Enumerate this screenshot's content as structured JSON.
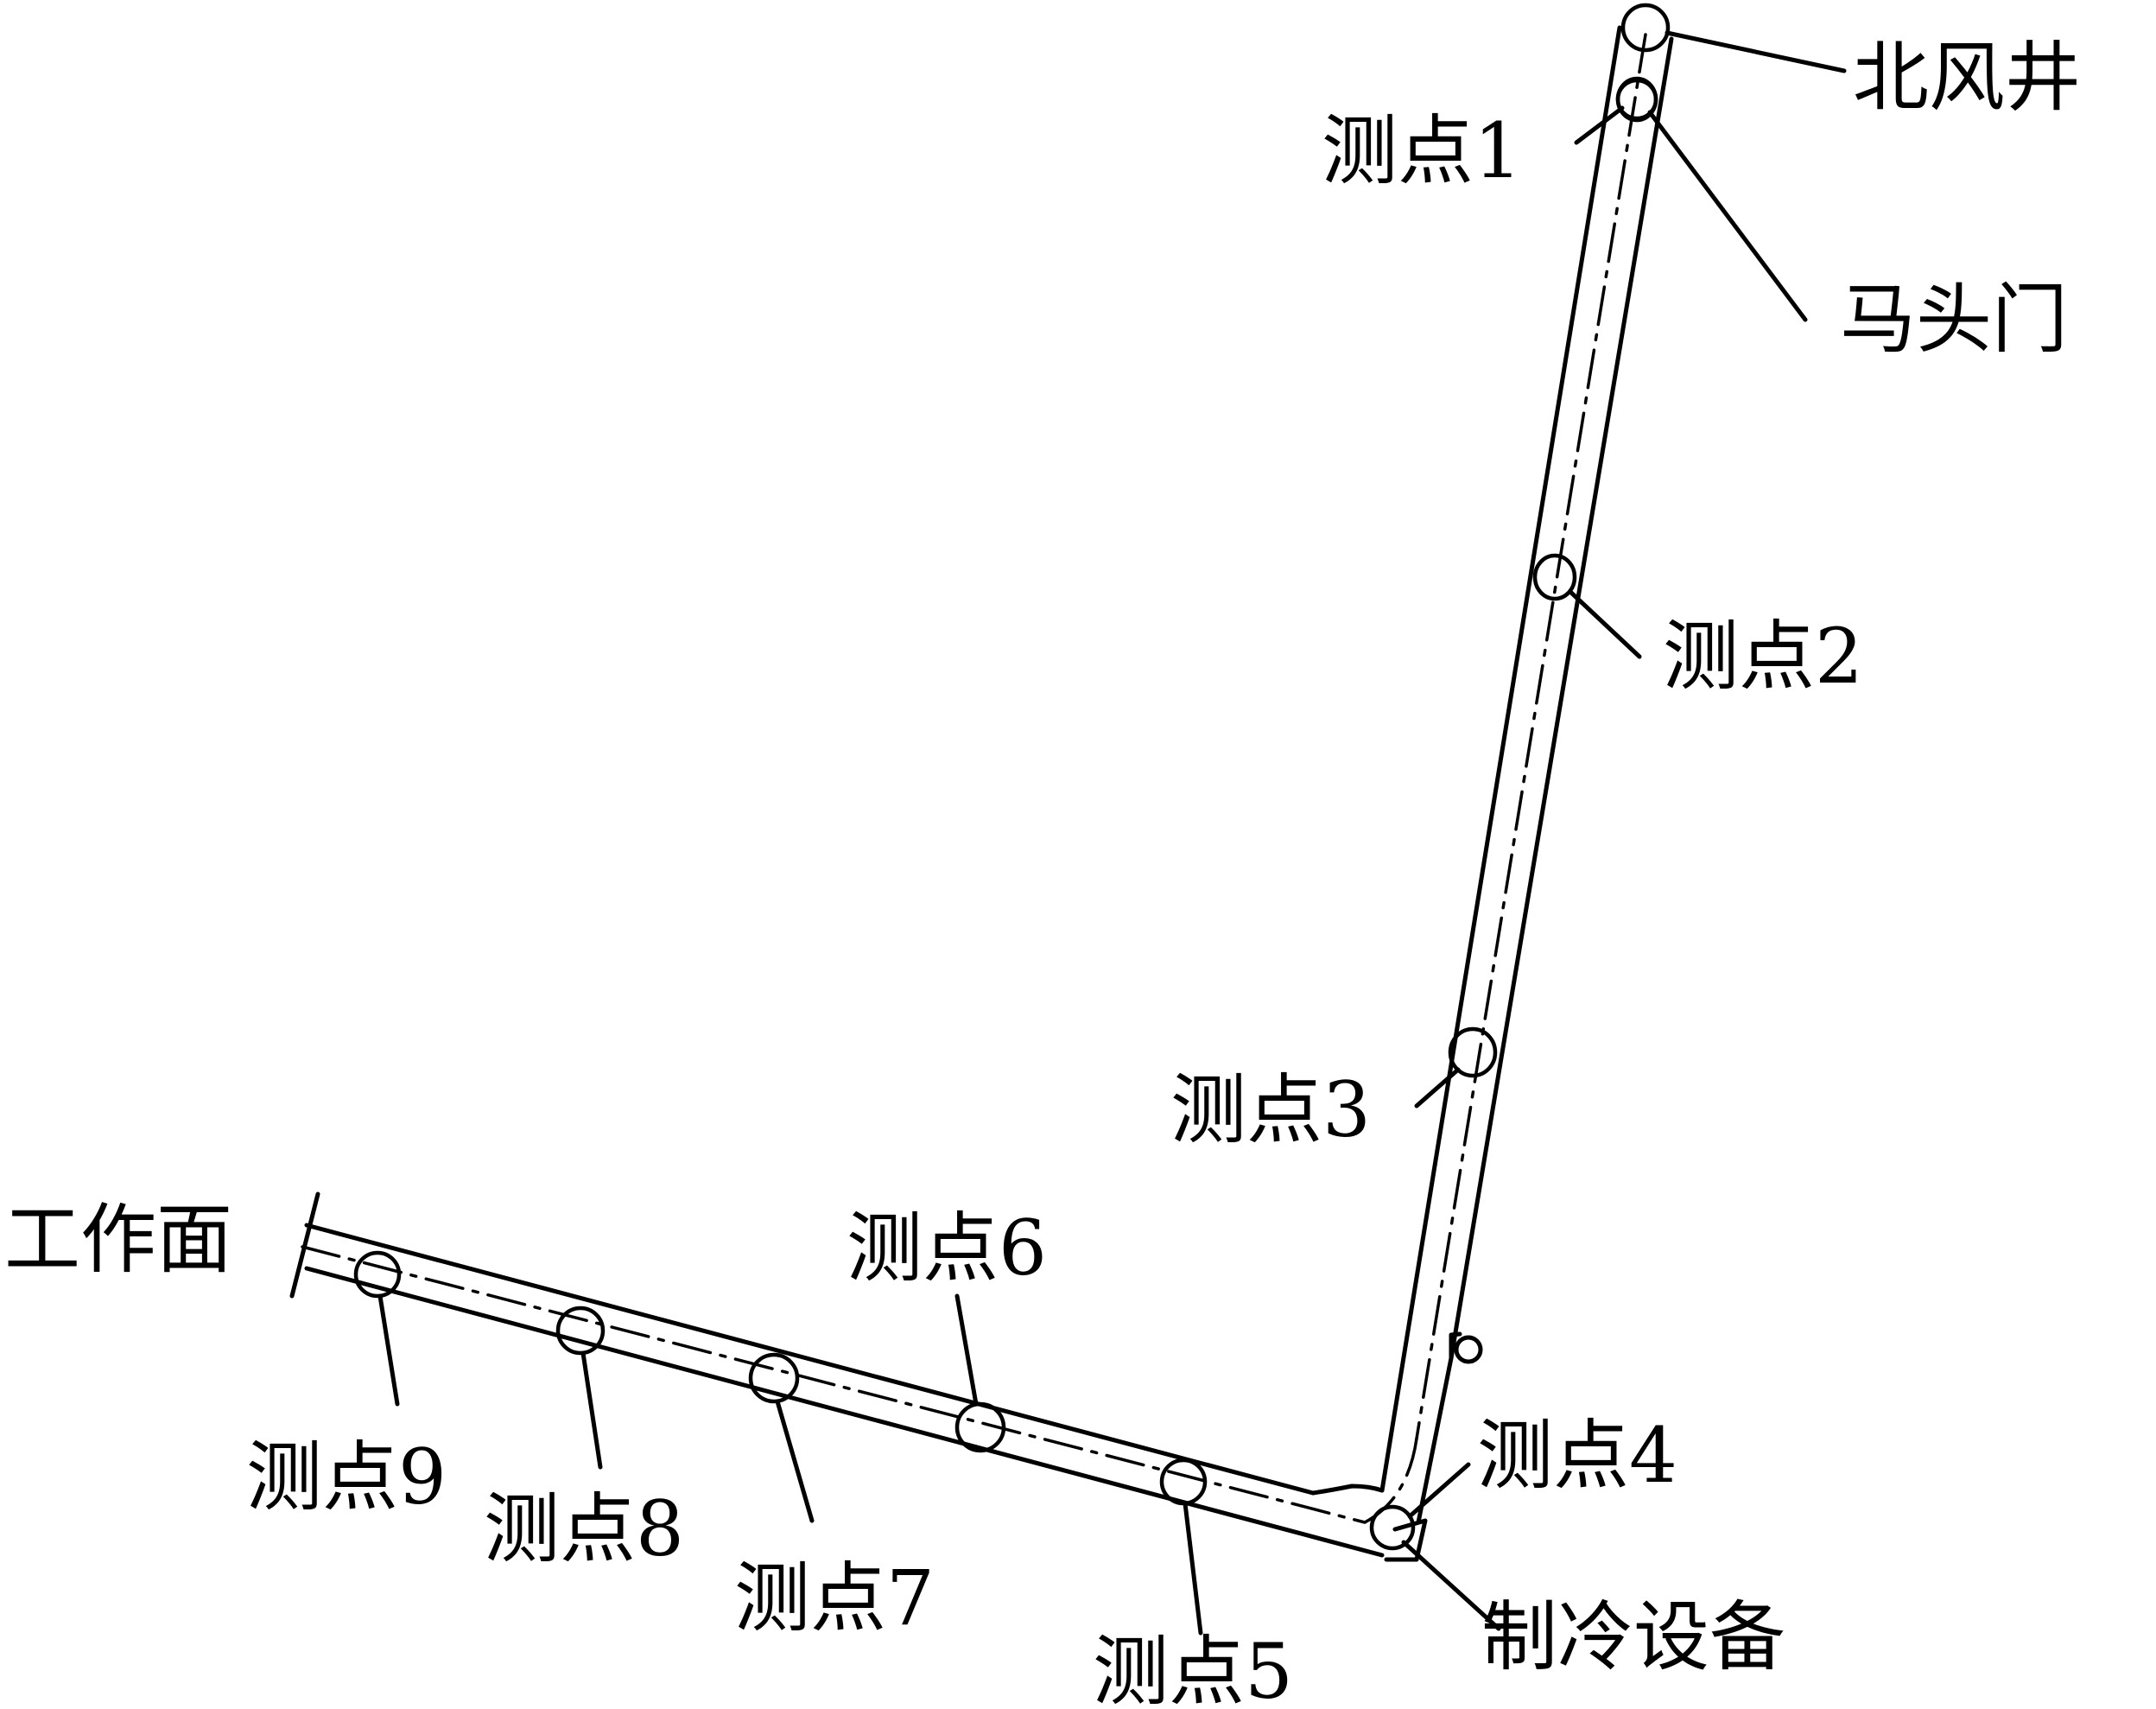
{
  "labels": {
    "north_shaft": "北风井",
    "horse_head_door": "马头门",
    "refrigeration_equipment": "制冷设备",
    "working_face": "工作面",
    "points": [
      "测点1",
      "测点2",
      "测点3",
      "测点4",
      "测点5",
      "测点6",
      "测点7",
      "测点8",
      "测点9"
    ]
  },
  "colors": {
    "line": "#000000",
    "background": "#ffffff"
  }
}
